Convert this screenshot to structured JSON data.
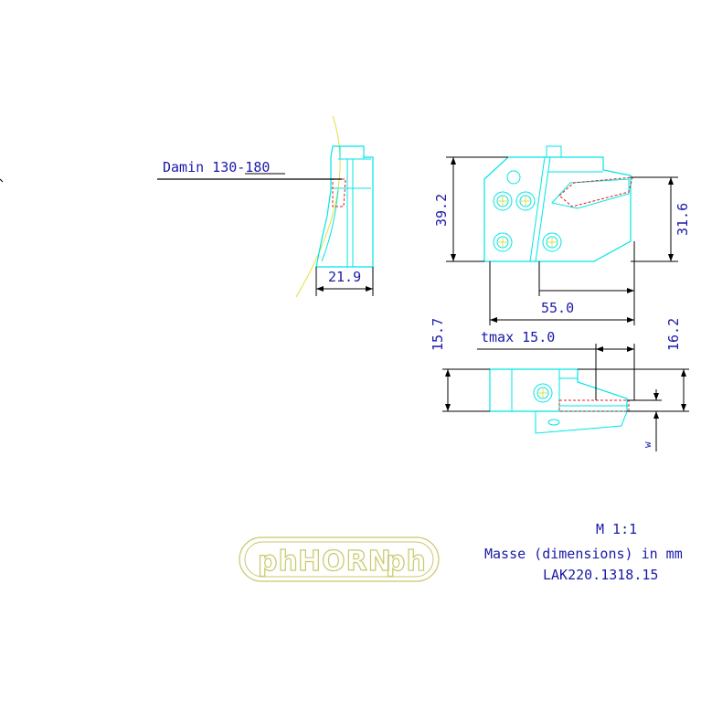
{
  "colors": {
    "part_outline": "#00e5e5",
    "dimension": "#000000",
    "dim_text": "#1a1aa8",
    "hidden_red": "#e02020",
    "logo": "#c8c86a",
    "cut_line": "#e0e040"
  },
  "side_view": {
    "diameter_label": "Damin 130-180",
    "width_label": "21.9"
  },
  "front_view": {
    "height_left": "39.2",
    "height_right": "31.6",
    "length": "55.0"
  },
  "top_view": {
    "height_left": "15.7",
    "height_right": "16.2",
    "tmax_label": "tmax 15.0",
    "w_label": "w"
  },
  "logo": {
    "brand": "HORN",
    "mark": "ph"
  },
  "notes": {
    "scale": "M 1:1",
    "units": "Masse (dimensions) in mm",
    "part_number": "LAK220.1318.15"
  }
}
